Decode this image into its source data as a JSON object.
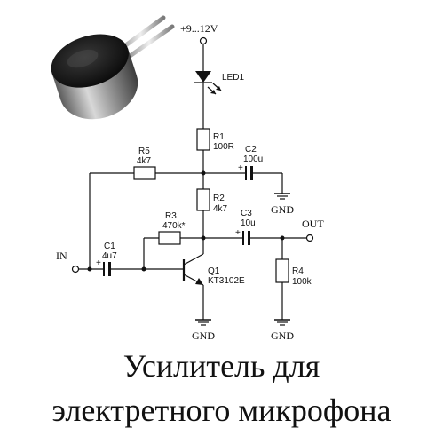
{
  "supply_label": "+9...12V",
  "led": {
    "name": "LED1"
  },
  "r1": {
    "name": "R1",
    "value": "100R"
  },
  "r2": {
    "name": "R2",
    "value": "4k7"
  },
  "r3": {
    "name": "R3",
    "value": "470k*"
  },
  "r4": {
    "name": "R4",
    "value": "100k"
  },
  "r5": {
    "name": "R5",
    "value": "4k7"
  },
  "c1": {
    "name": "C1",
    "value": "4u7"
  },
  "c2": {
    "name": "C2",
    "value": "100u"
  },
  "c3": {
    "name": "C3",
    "value": "10u"
  },
  "q1": {
    "name": "Q1",
    "value": "KT3102E"
  },
  "in_label": "IN",
  "out_label": "OUT",
  "gnd_label": "GND",
  "plus_sign": "+",
  "caption": {
    "line1": "Усилитель для",
    "line2": "электретного микрофона"
  }
}
